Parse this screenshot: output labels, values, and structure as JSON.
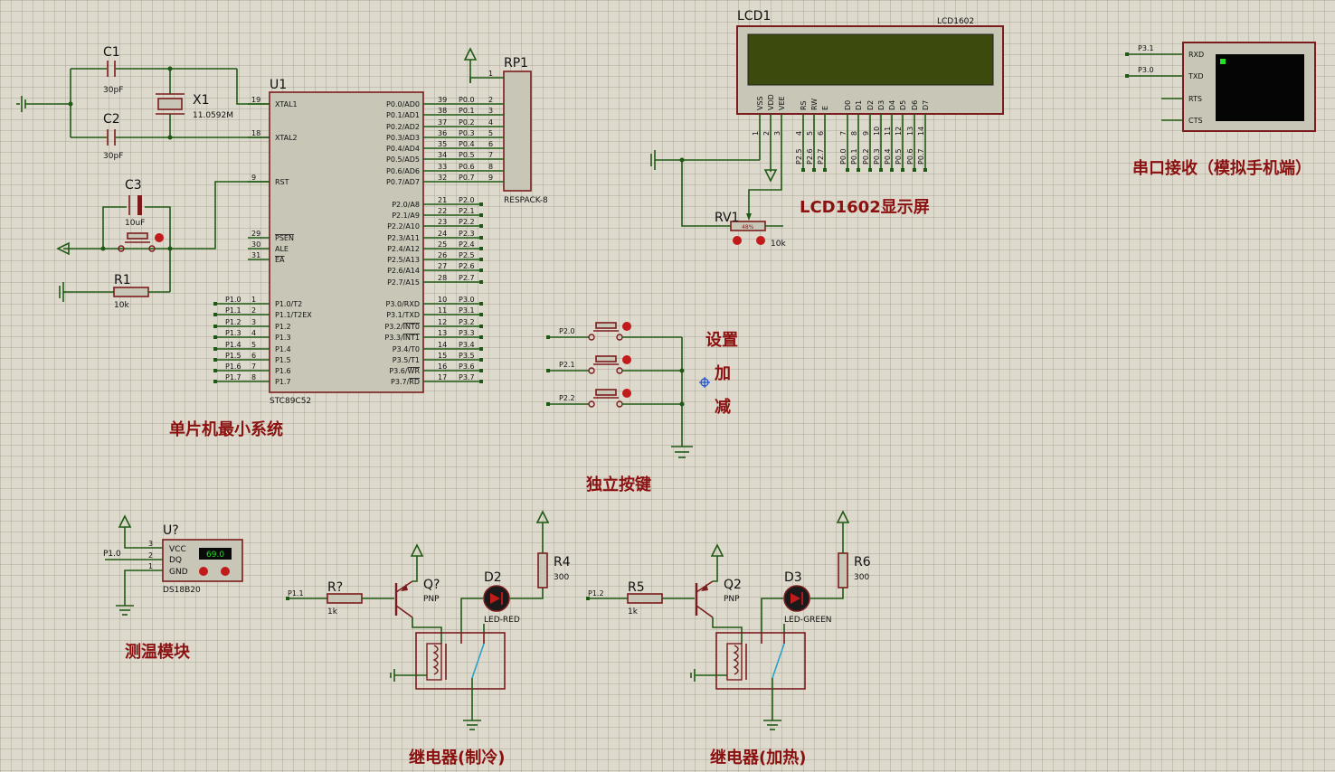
{
  "titles": {
    "mcu_system": "单片机最小系统",
    "lcd_screen": "LCD1602显示屏",
    "serial_receive": "串口接收（模拟手机端）",
    "buttons": "独立按键",
    "temp_module": "测温模块",
    "relay_cool": "继电器(制冷)",
    "relay_heat": "继电器(加热)",
    "btn_set": "设置",
    "btn_add": "加",
    "btn_sub": "减"
  },
  "u1": {
    "ref": "U1",
    "part": "STC89C52",
    "left_pins": [
      {
        "num": "19",
        "name": "XTAL1"
      },
      {
        "num": "18",
        "name": "XTAL2"
      },
      {
        "num": "9",
        "name": "RST"
      },
      {
        "num": "29",
        "name": "PSEN"
      },
      {
        "num": "30",
        "name": "ALE"
      },
      {
        "num": "31",
        "name": "EA"
      },
      {
        "num": "1",
        "name": "P1.0/T2"
      },
      {
        "num": "2",
        "name": "P1.1/T2EX"
      },
      {
        "num": "3",
        "name": "P1.2"
      },
      {
        "num": "4",
        "name": "P1.3"
      },
      {
        "num": "5",
        "name": "P1.4"
      },
      {
        "num": "6",
        "name": "P1.5"
      },
      {
        "num": "7",
        "name": "P1.6"
      },
      {
        "num": "8",
        "name": "P1.7"
      }
    ],
    "right_pins": [
      {
        "num": "39",
        "name": "P0.0/AD0",
        "net": "P0.0"
      },
      {
        "num": "38",
        "name": "P0.1/AD1",
        "net": "P0.1"
      },
      {
        "num": "37",
        "name": "P0.2/AD2",
        "net": "P0.2"
      },
      {
        "num": "36",
        "name": "P0.3/AD3",
        "net": "P0.3"
      },
      {
        "num": "35",
        "name": "P0.4/AD4",
        "net": "P0.4"
      },
      {
        "num": "34",
        "name": "P0.5/AD5",
        "net": "P0.5"
      },
      {
        "num": "33",
        "name": "P0.6/AD6",
        "net": "P0.6"
      },
      {
        "num": "32",
        "name": "P0.7/AD7",
        "net": "P0.7"
      },
      {
        "num": "21",
        "name": "P2.0/A8",
        "net": "P2.0"
      },
      {
        "num": "22",
        "name": "P2.1/A9",
        "net": "P2.1"
      },
      {
        "num": "23",
        "name": "P2.2/A10",
        "net": "P2.2"
      },
      {
        "num": "24",
        "name": "P2.3/A11",
        "net": "P2.3"
      },
      {
        "num": "25",
        "name": "P2.4/A12",
        "net": "P2.4"
      },
      {
        "num": "26",
        "name": "P2.5/A13",
        "net": "P2.5"
      },
      {
        "num": "27",
        "name": "P2.6/A14",
        "net": "P2.6"
      },
      {
        "num": "28",
        "name": "P2.7/A15",
        "net": "P2.7"
      },
      {
        "num": "10",
        "name": "P3.0/RXD",
        "net": "P3.0"
      },
      {
        "num": "11",
        "name": "P3.1/TXD",
        "net": "P3.1"
      },
      {
        "num": "12",
        "name": "P3.2/INT0",
        "net": "P3.2"
      },
      {
        "num": "13",
        "name": "P3.3/INT1",
        "net": "P3.3"
      },
      {
        "num": "14",
        "name": "P3.4/T0",
        "net": "P3.4"
      },
      {
        "num": "15",
        "name": "P3.5/T1",
        "net": "P3.5"
      },
      {
        "num": "16",
        "name": "P3.6/WR",
        "net": "P3.6"
      },
      {
        "num": "17",
        "name": "P3.7/RD",
        "net": "P3.7"
      }
    ],
    "p1_nets": [
      "P1.0",
      "P1.1",
      "P1.2",
      "P1.3",
      "P1.4",
      "P1.5",
      "P1.6",
      "P1.7"
    ]
  },
  "parts": {
    "c1": {
      "ref": "C1",
      "val": "30pF"
    },
    "c2": {
      "ref": "C2",
      "val": "30pF"
    },
    "c3": {
      "ref": "C3",
      "val": "10uF"
    },
    "x1": {
      "ref": "X1",
      "val": "11.0592M"
    },
    "r1": {
      "ref": "R1",
      "val": "10k"
    },
    "rp1": {
      "ref": "RP1",
      "val": "RESPACK-8",
      "pin1": "1",
      "pins": [
        "2",
        "3",
        "4",
        "5",
        "6",
        "7",
        "8",
        "9"
      ]
    },
    "lcd1": {
      "ref": "LCD1",
      "val": "LCD1602",
      "pins": [
        "VSS",
        "VDD",
        "VEE",
        "RS",
        "RW",
        "E",
        "D0",
        "D1",
        "D2",
        "D3",
        "D4",
        "D5",
        "D6",
        "D7"
      ],
      "nums": [
        "1",
        "2",
        "3",
        "4",
        "5",
        "6",
        "7",
        "8",
        "9",
        "10",
        "11",
        "12",
        "13",
        "14"
      ],
      "nets": [
        "P2.5",
        "P2.6",
        "P2.7",
        "P0.0",
        "P0.1",
        "P0.2",
        "P0.3",
        "P0.4",
        "P0.5",
        "P0.6",
        "P0.7"
      ]
    },
    "rv1": {
      "ref": "RV1",
      "val": "10k",
      "pct": "48%"
    },
    "terminal": {
      "pins": [
        "RXD",
        "TXD",
        "RTS",
        "CTS"
      ],
      "nets": [
        "P3.1",
        "P3.0"
      ]
    },
    "buttons": {
      "nets": [
        "P2.0",
        "P2.1",
        "P2.2"
      ]
    },
    "ds18b20": {
      "ref": "U?",
      "val": "DS18B20",
      "reading": "69.0",
      "pins": [
        "VCC",
        "DQ",
        "GND"
      ],
      "nums": [
        "3",
        "2",
        "1"
      ],
      "net": "P1.0"
    },
    "relay1": {
      "rb": "R?",
      "rb_val": "1k",
      "q": "Q?",
      "q_val": "PNP",
      "led": "D2",
      "led_val": "LED-RED",
      "rl": "R4",
      "rl_val": "300",
      "net": "P1.1"
    },
    "relay2": {
      "rb": "R5",
      "rb_val": "1k",
      "q": "Q2",
      "q_val": "PNP",
      "led": "D3",
      "led_val": "LED-GREEN",
      "rl": "R6",
      "rl_val": "300",
      "net": "P1.2"
    }
  },
  "colors": {
    "wire": "#1f5a14",
    "component": "#7a1c1c",
    "title": "#8b1010",
    "lcd_screen": "#3d4a0e",
    "terminal_screen": "#050505",
    "cursor": "#1a4fcf"
  }
}
